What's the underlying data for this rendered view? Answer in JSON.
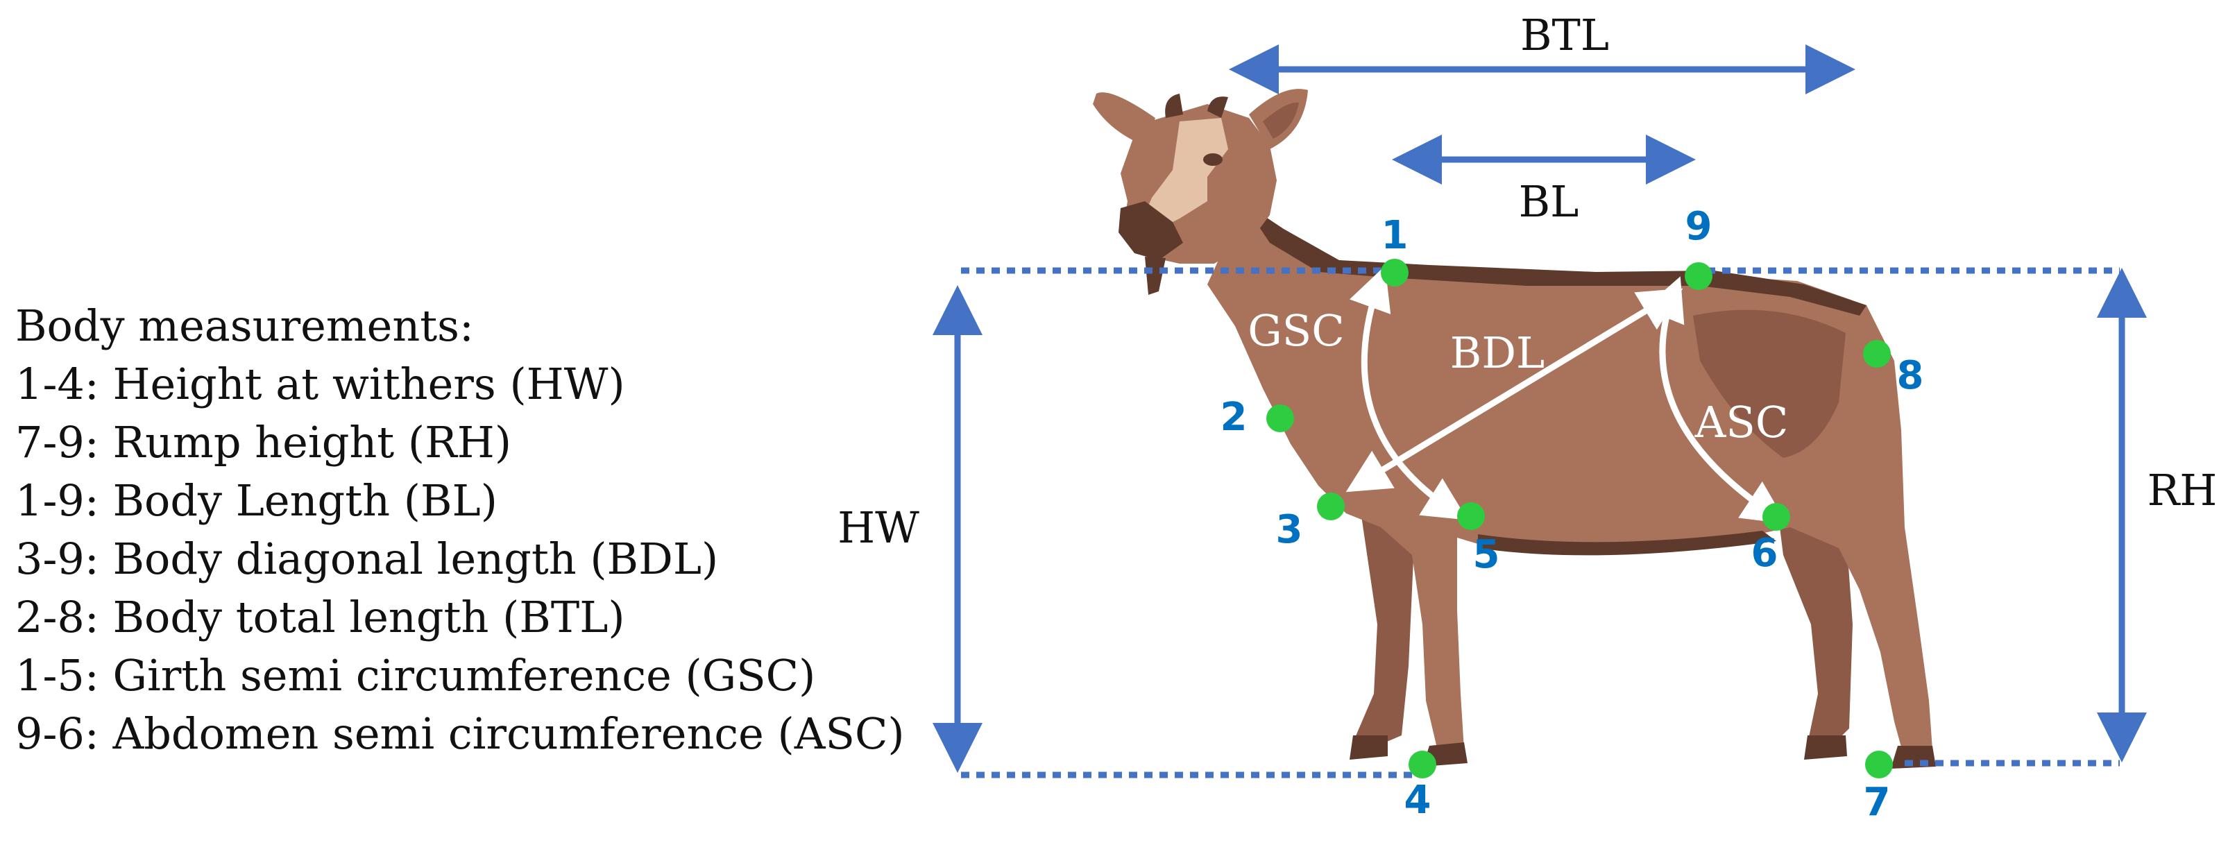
{
  "legend": {
    "title": "Body measurements:",
    "items": [
      "1-4: Height at withers (HW)",
      "7-9: Rump height (RH)",
      "1-9: Body Length (BL)",
      "3-9: Body diagonal length (BDL)",
      "2-8: Body total length (BTL)",
      "1-5: Girth semi circumference (GSC)",
      "9-6: Abdomen semi circumference (ASC)"
    ]
  },
  "labels": {
    "btl": "BTL",
    "bl": "BL",
    "hw": "HW",
    "rh": "RH",
    "gsc": "GSC",
    "bdl": "BDL",
    "asc": "ASC"
  },
  "points": {
    "p1": "1",
    "p2": "2",
    "p3": "3",
    "p4": "4",
    "p5": "5",
    "p6": "6",
    "p7": "7",
    "p8": "8",
    "p9": "9"
  },
  "colors": {
    "arrow": "#4472C4",
    "point": "#2ECC40",
    "number": "#0070C0",
    "goat_body": "#A8735A",
    "goat_dark": "#5E3A2C",
    "goat_light": "#E3C2A8"
  }
}
